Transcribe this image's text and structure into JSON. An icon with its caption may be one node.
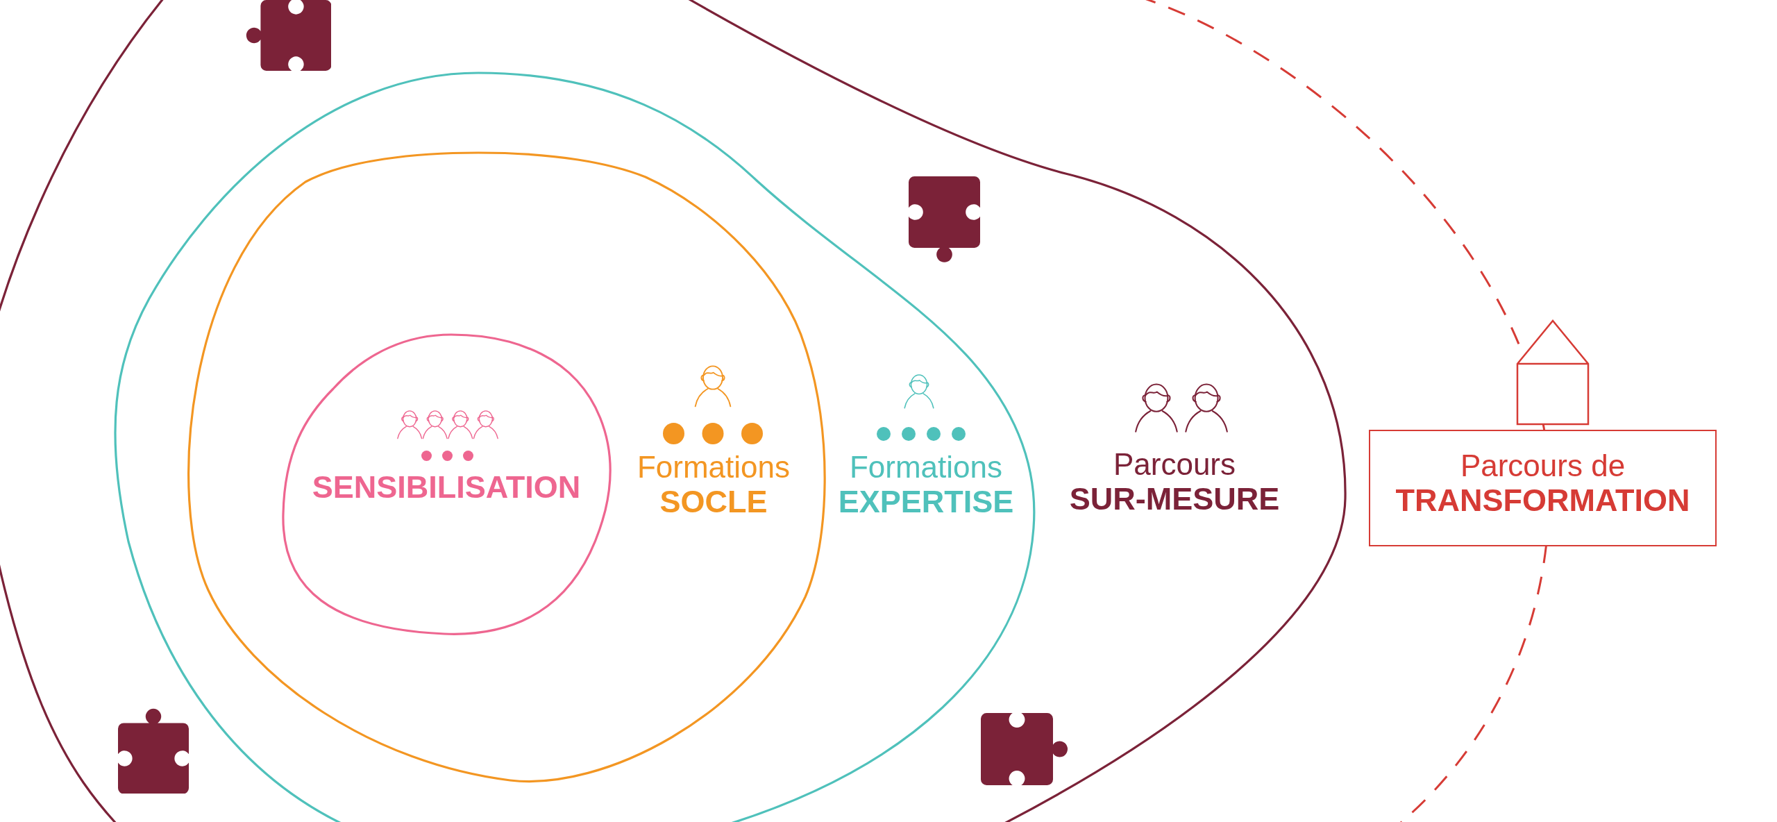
{
  "diagram": {
    "nodes": [
      {
        "text": [
          "Parcours **SUR-MESURE**"
        ]
      },
      {
        "text": [
          "Formations **EXPERTISE**"
        ],
        "in": 0
      },
      {
        "text": [
          "Formations **SOCLE**"
        ],
        "in": 1
      },
      {
        "text": [
          "SENSIBILISATION"
        ],
        "in": 2
      },
      {
        "text": [
          "Parcours de **TRANSFORMATION**"
        ]
      }
    ]
  }
}
